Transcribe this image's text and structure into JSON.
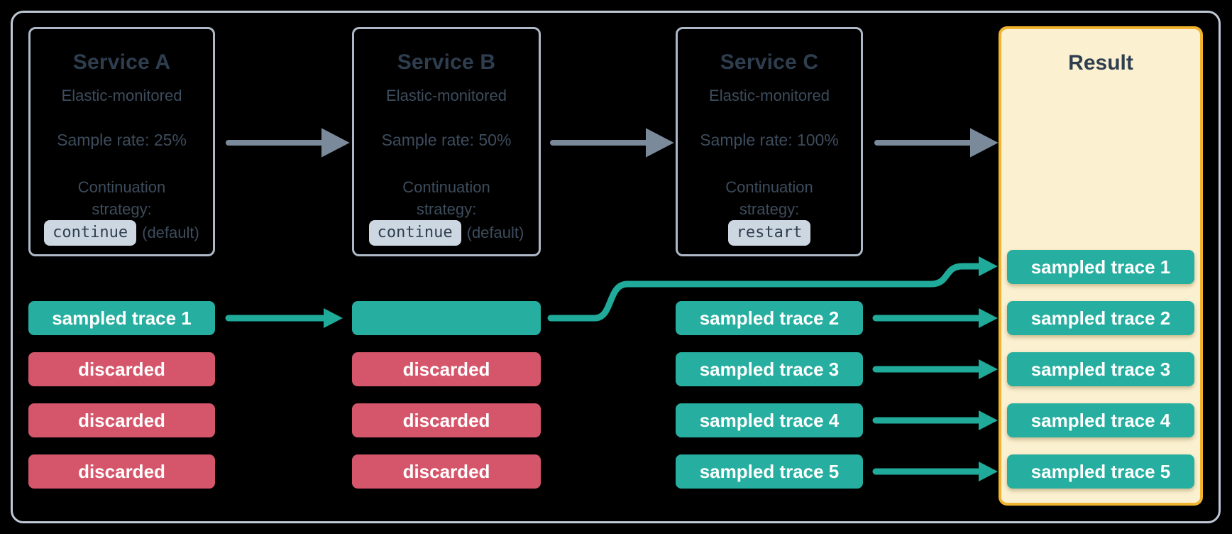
{
  "colors": {
    "background": "#000000",
    "frame_border": "#BFC9D6",
    "service_box_border": "#ADB9C6",
    "heading_text": "#2F3E4F",
    "body_text": "#3D4C5C",
    "code_badge_bg": "#CDD7E1",
    "sampled_green": "#26AFA0",
    "arrow_teal": "#1FAA9A",
    "discarded_red": "#D5566A",
    "arrow_gray": "#7A8A9B",
    "result_panel_bg": "#FBF0D0",
    "result_panel_border": "#F2B32F"
  },
  "services": [
    {
      "title": "Service A",
      "monitored": "Elastic-monitored",
      "sample_rate": "Sample rate: 25%",
      "continuation_line1": "Continuation",
      "continuation_line2": "strategy:",
      "strategy_code": "continue",
      "strategy_note": "(default)"
    },
    {
      "title": "Service B",
      "monitored": "Elastic-monitored",
      "sample_rate": "Sample rate: 50%",
      "continuation_line1": "Continuation",
      "continuation_line2": "strategy:",
      "strategy_code": "continue",
      "strategy_note": "(default)"
    },
    {
      "title": "Service C",
      "monitored": "Elastic-monitored",
      "sample_rate": "Sample rate: 100%",
      "continuation_line1": "Continuation",
      "continuation_line2": "strategy:",
      "strategy_code": "restart",
      "strategy_note": ""
    }
  ],
  "trace_rows": {
    "service_a": [
      {
        "label": "sampled trace 1",
        "type": "sampled"
      },
      {
        "label": "discarded",
        "type": "discarded"
      },
      {
        "label": "discarded",
        "type": "discarded"
      },
      {
        "label": "discarded",
        "type": "discarded"
      }
    ],
    "service_b": [
      {
        "label": "",
        "type": "sampled"
      },
      {
        "label": "discarded",
        "type": "discarded"
      },
      {
        "label": "discarded",
        "type": "discarded"
      },
      {
        "label": "discarded",
        "type": "discarded"
      }
    ],
    "service_c": [
      {
        "label": "sampled trace 2",
        "type": "sampled"
      },
      {
        "label": "sampled trace 3",
        "type": "sampled"
      },
      {
        "label": "sampled trace 4",
        "type": "sampled"
      },
      {
        "label": "sampled trace 5",
        "type": "sampled"
      }
    ]
  },
  "result": {
    "title": "Result",
    "rows": [
      "sampled trace 1",
      "sampled trace 2",
      "sampled trace 3",
      "sampled trace 4",
      "sampled trace 5"
    ]
  }
}
